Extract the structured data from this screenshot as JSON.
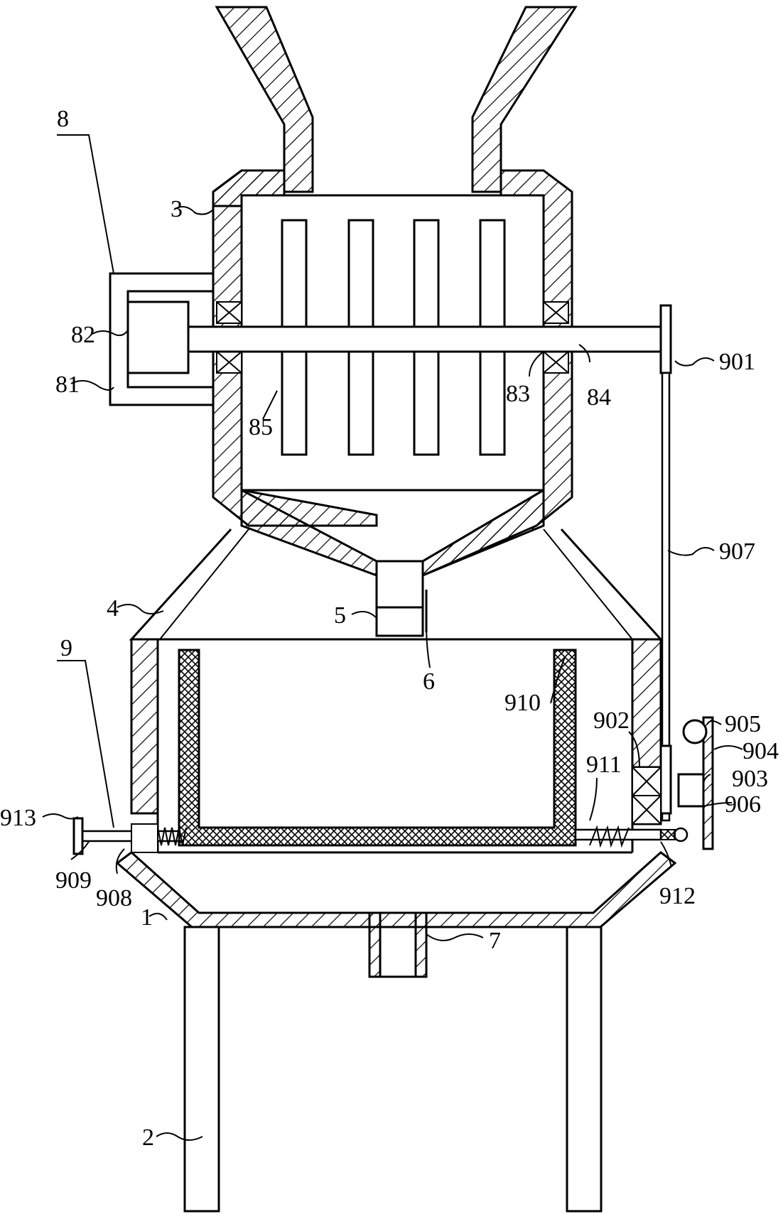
{
  "labels": {
    "l8": "8",
    "l3": "3",
    "l82": "82",
    "l81": "81",
    "l85": "85",
    "l83": "83",
    "l84": "84",
    "l901": "901",
    "l907": "907",
    "l4": "4",
    "l5": "5",
    "l6": "6",
    "l9": "9",
    "l910": "910",
    "l902": "902",
    "l905": "905",
    "l904": "904",
    "l911": "911",
    "l903": "903",
    "l906": "906",
    "l913": "913",
    "l909": "909",
    "l908": "908",
    "l912": "912",
    "l1": "1",
    "l7": "7",
    "l2": "2"
  }
}
